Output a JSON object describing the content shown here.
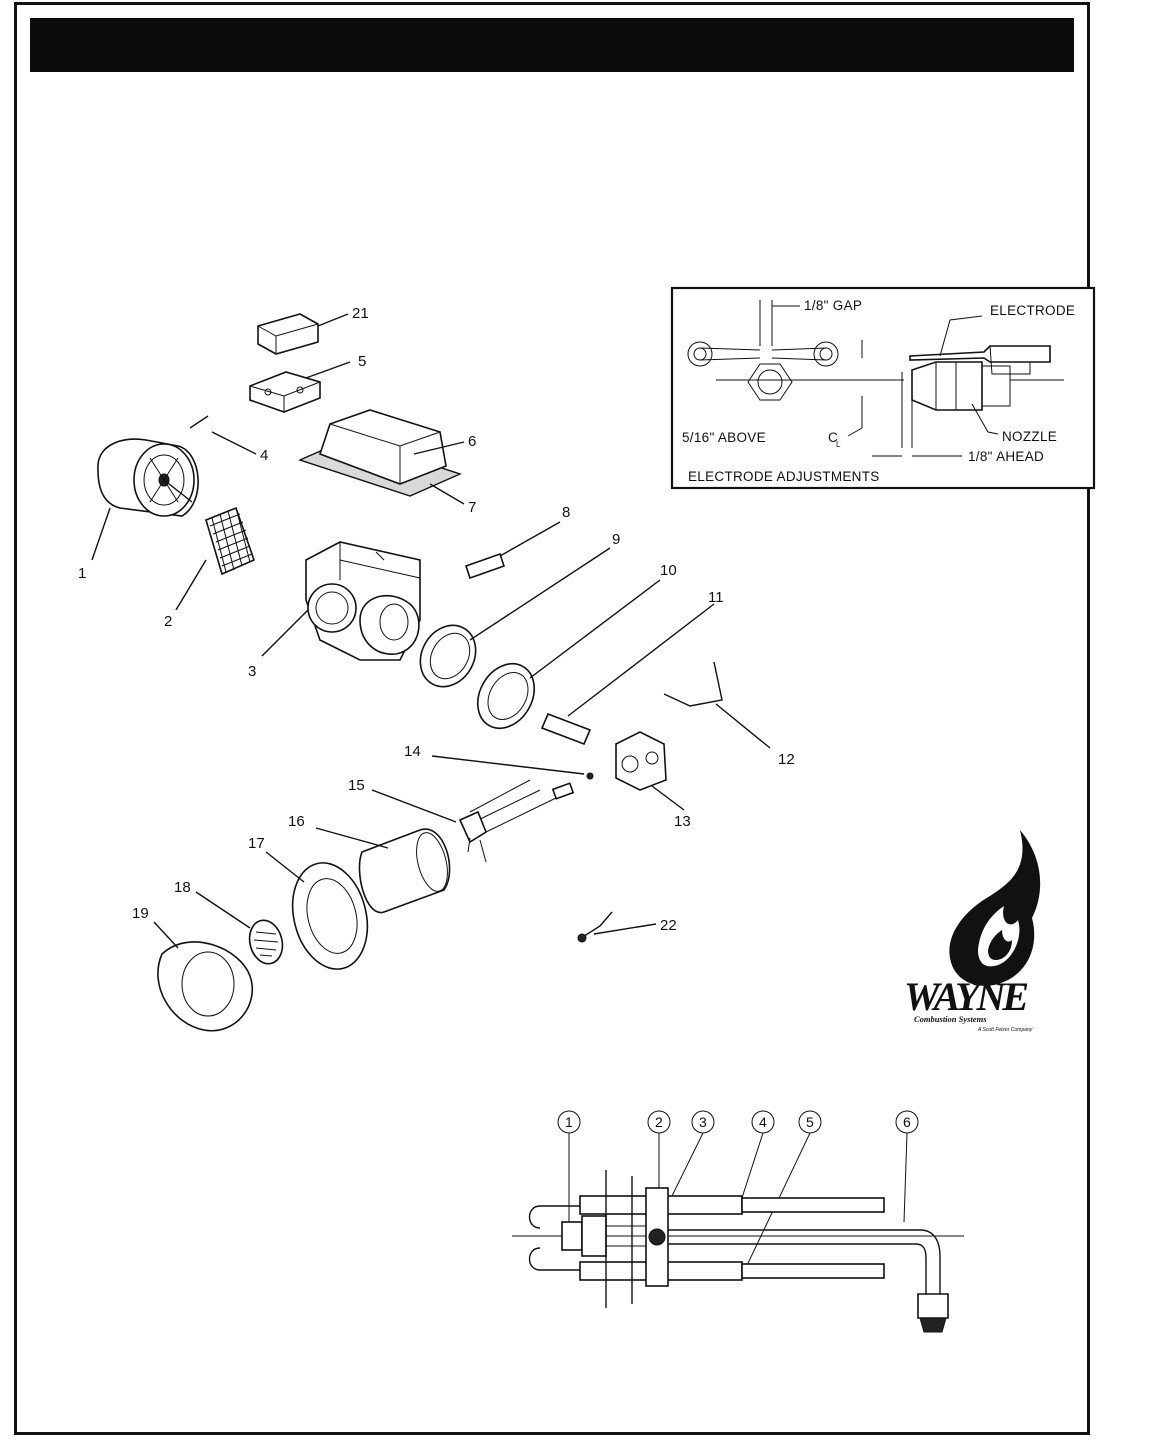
{
  "header": {
    "title": ""
  },
  "exploded_view": {
    "callouts": [
      "1",
      "2",
      "3",
      "4",
      "5",
      "6",
      "7",
      "8",
      "9",
      "10",
      "11",
      "12",
      "13",
      "14",
      "15",
      "16",
      "17",
      "18",
      "19",
      "21",
      "22"
    ]
  },
  "electrode_adjustments": {
    "caption": "ELECTRODE ADJUSTMENTS",
    "gap_label": "1/8\" GAP",
    "electrode_label": "ELECTRODE",
    "above_label": "5/16\" ABOVE",
    "centerline_symbol": "C",
    "centerline_sub": "L",
    "nozzle_label": "NOZZLE",
    "ahead_label": "1/8\" AHEAD"
  },
  "logo": {
    "brand": "WAYNE",
    "line2": "Combustion Systems",
    "line3": "A Scott Fetzer Company"
  },
  "nozzle_assembly": {
    "callouts": [
      "1",
      "2",
      "3",
      "4",
      "5",
      "6"
    ]
  }
}
